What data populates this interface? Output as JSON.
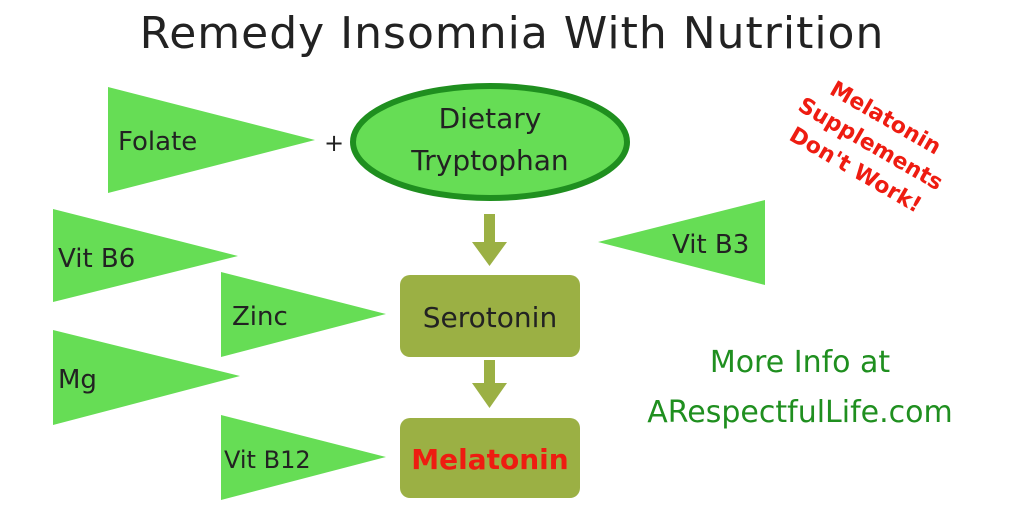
{
  "title": "Remedy Insomnia With Nutrition",
  "colors": {
    "green": "#66dd55",
    "dark_green": "#1f8f1f",
    "olive": "#9bb044",
    "red": "#ee1c11",
    "text": "#222222"
  },
  "nodes": {
    "oval_line1": "Dietary",
    "oval_line2": "Tryptophan",
    "serotonin": "Serotonin",
    "melatonin": "Melatonin"
  },
  "plus": "+",
  "nutrients": {
    "folate": "Folate",
    "vit_b6": "Vit B6",
    "zinc": "Zinc",
    "mg": "Mg",
    "vit_b12": "Vit B12",
    "vit_b3": "Vit B3"
  },
  "warning": {
    "line1": "Melatonin",
    "line2": "Supplements",
    "line3": "Don't Work!"
  },
  "more_info": {
    "line1": "More Info at",
    "line2": "ARespectfulLife.com"
  }
}
